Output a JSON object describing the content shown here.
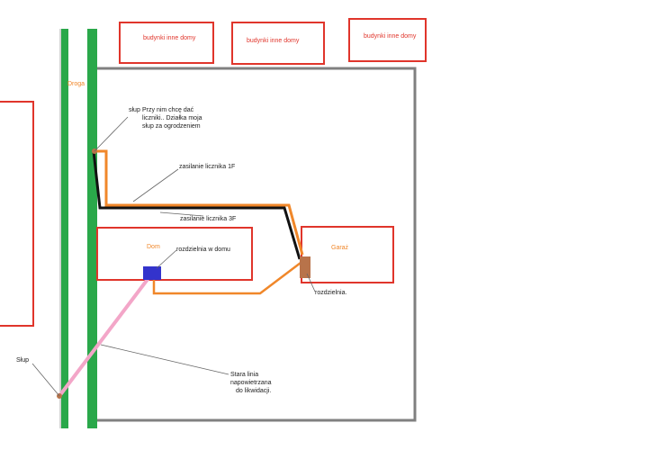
{
  "labels": {
    "road": "Droga",
    "building_1": "budynki  inne domy",
    "building_2": "budynki  inne domy",
    "building_3": "budynki  inne domy",
    "house": "Dom",
    "garage": "Garaż",
    "pole_note_line1": "Przy nim chcę dać",
    "pole_note_line2": "liczniki.. Działka moja",
    "pole_note_line3": "słup za ogrodzeniem",
    "pole_top": "słup",
    "pole_bottom": "Słup",
    "cable_1f": "zasilanie licznika 1F",
    "cable_3f": "zasilanie licznika 3F",
    "house_switchboard": "rozdzielnia w domu",
    "garage_switchboard": "rozdzielnia.",
    "old_line_1": "Stara linia",
    "old_line_2": "napowietrzana",
    "old_line_3": "do likwidacji."
  },
  "colors": {
    "road": "#2aa84a",
    "building_border": "#e0352b",
    "plot_border": "#808080",
    "cable_orange": "#f0872a",
    "cable_black": "#111111",
    "old_line": "#f3a6c8",
    "house_switchboard": "#3333cc",
    "garage_switchboard": "#b8734a"
  }
}
